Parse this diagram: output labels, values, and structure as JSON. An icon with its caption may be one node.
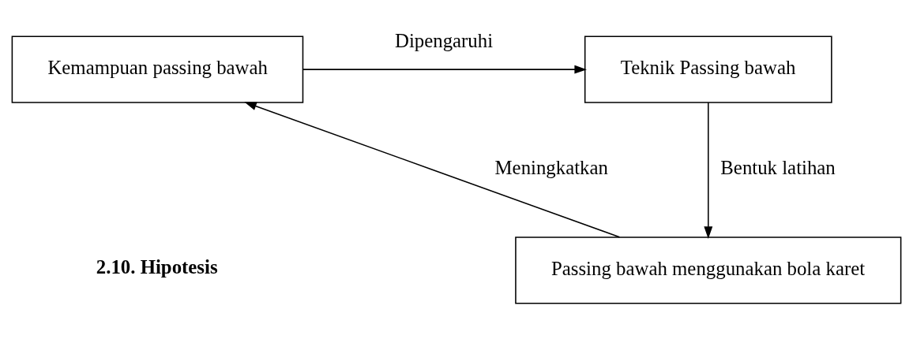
{
  "diagram": {
    "nodes": [
      {
        "text": [
          "Kemampuan passing bawah"
        ]
      },
      {
        "text": [
          "Teknik Passing bawah"
        ]
      },
      {
        "text": [
          "Passing bawah menggunakan bola karet"
        ]
      }
    ],
    "edges": [
      {
        "from": 0,
        "to": 1,
        "arrow": "to",
        "label": "Dipengaruhi"
      },
      {
        "from": 1,
        "to": 2,
        "arrow": "to",
        "label": "Bentuk latihan"
      },
      {
        "from": 2,
        "to": 0,
        "arrow": "to",
        "label": "Meningkatkan"
      }
    ],
    "labels": [
      "2.10. Hipotesis"
    ]
  }
}
